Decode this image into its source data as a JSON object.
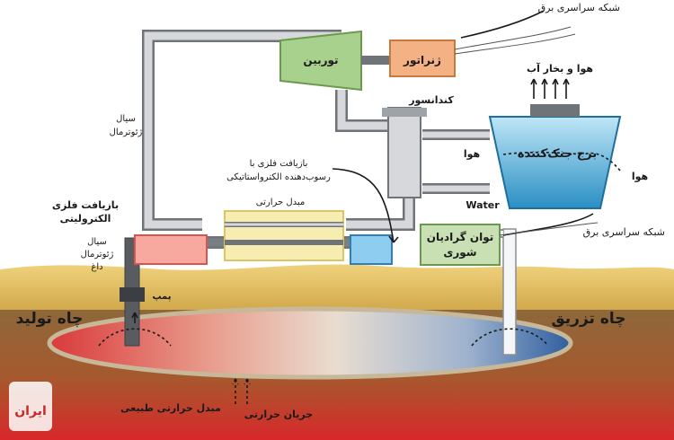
{
  "labels": {
    "grid_top": "شبکه سراسری برق",
    "generator": "ژنراتور",
    "turbine": "توربین",
    "air_vapor": "هوا و بخار آب",
    "condenser": "کندانسور",
    "cooling_tower": "برج جنک‌کننده",
    "air_left": "هوا",
    "air_right": "هوا",
    "water": "Water",
    "geo_fluid_line1": "سیال",
    "geo_fluid_line2": "ژئوترمال",
    "metal_recovery_es_line1": "بازیافت فلزی با",
    "metal_recovery_es_line2": "رسوب‌دهنده الکترواستاتیکی",
    "heat_exchanger": "مبدل حرارتی",
    "metal_recovery_el_line1": "بازیافت فلزی",
    "metal_recovery_el_line2": "الکترولیتی",
    "grid_right": "شبکه سراسری برق",
    "salinity_power_line1": "توان گرادیان",
    "salinity_power_line2": "شوری",
    "hot_fluid_line1": "سیال",
    "hot_fluid_line2": "ژئوترمال",
    "hot_fluid_line3": "داغ",
    "pump": "پمپ",
    "production_well": "چاه تولید",
    "injection_well": "چاه تزریق",
    "natural_heat_exchanger": "مبدل حرارتی طبیعی",
    "heat_flow": "جریان حرارتی"
  },
  "logo": {
    "text": "ایران"
  },
  "colors": {
    "pipe": "#c9ccd0",
    "pipe_edge": "#6f7479",
    "turbine": "#a9d18e",
    "generator": "#f4b183",
    "tower": "#3fa7d6",
    "hot": "#e53935",
    "cold": "#3a6fb0",
    "soil": "#e0bf6a",
    "exchanger": "#f7edb0"
  }
}
